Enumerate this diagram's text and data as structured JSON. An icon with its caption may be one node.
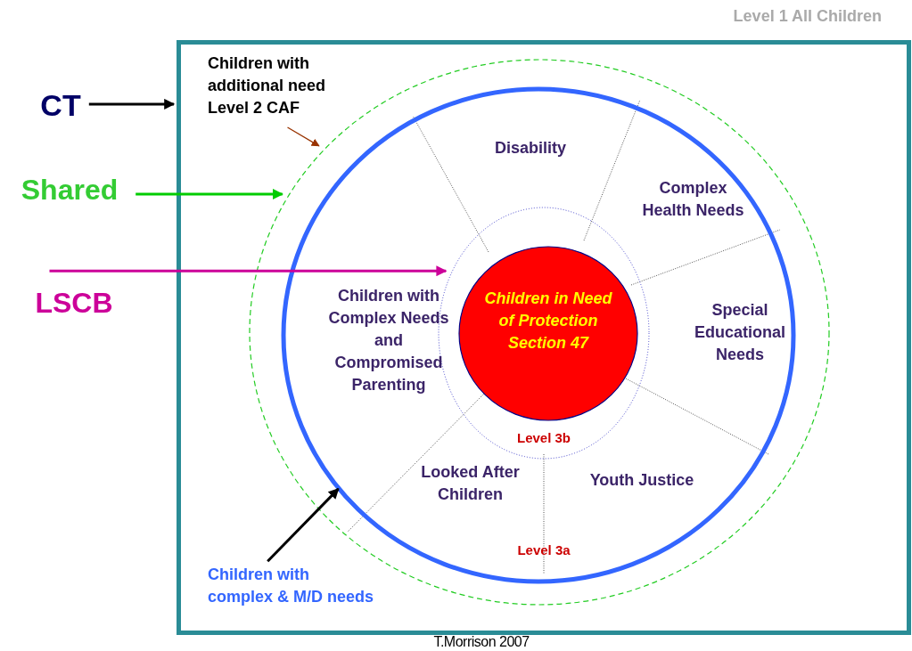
{
  "diagram": {
    "nodes": [
      {
        "text": [
          "Level 1 All Children"
        ]
      },
      {
        "text": [],
        "shape": "circle",
        "in": 0
      },
      {
        "text": [],
        "shape": "circle",
        "in": 1
      },
      {
        "text": [
          "Level 3b"
        ],
        "in": 2
      },
      {
        "text": [
          "Children in Need of Protection Section 47"
        ],
        "in": 3
      },
      {
        "text": [
          "CT"
        ]
      },
      {
        "text": [
          "Shared"
        ]
      },
      {
        "text": [
          "LSCB"
        ]
      },
      {
        "text": [
          "Children with additional need Level 2 CAF"
        ],
        "in": 0
      },
      {
        "text": [
          "Children with complex & M/D needs"
        ],
        "in": 0
      }
    ],
    "edges": [
      {
        "from": 5,
        "to": 0,
        "arrow": "to"
      },
      {
        "from": 6,
        "to": 1,
        "arrow": "to",
        "color": "#00cc00"
      },
      {
        "from": 7,
        "to": 3,
        "arrow": "to",
        "color": "#cc0099"
      },
      {
        "from": 8,
        "to": 1,
        "arrow": "to",
        "color": "#993300"
      },
      {
        "from": 9,
        "to": 2,
        "arrow": "to"
      }
    ],
    "labels": [
      "Disability",
      "Complex Health Needs",
      "Children with Complex Needs and Compromised Parenting",
      "Special Educational Needs",
      "Looked After Children",
      "Youth Justice",
      "Level 3a",
      "T.Morrison 2007"
    ]
  }
}
